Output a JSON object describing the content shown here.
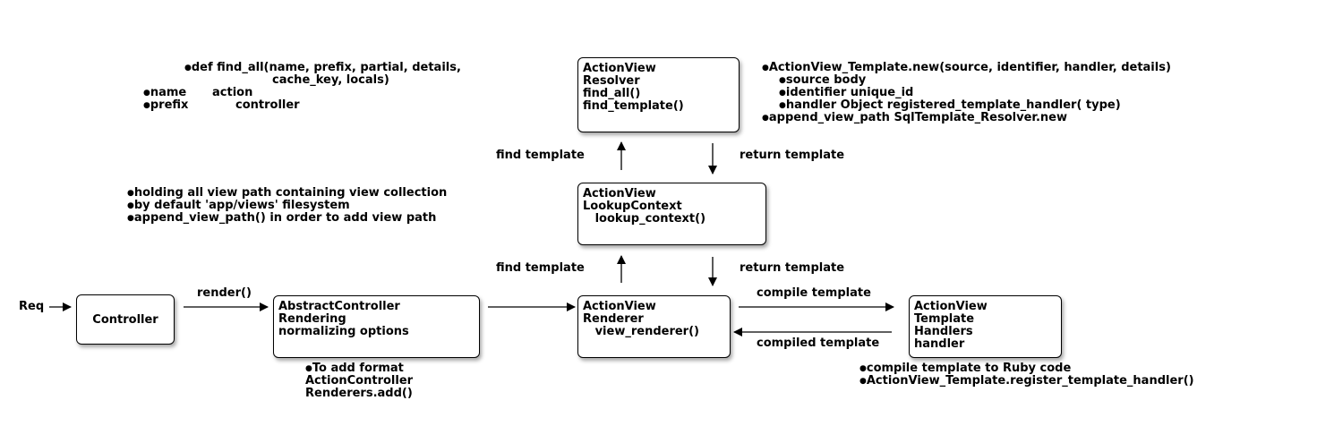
{
  "entry": {
    "label": "Req"
  },
  "controller": {
    "label": "Controller"
  },
  "abstract_controller": {
    "lines": [
      "AbstractController",
      "Rendering",
      "normalizing options"
    ]
  },
  "renderer": {
    "lines": [
      "ActionView",
      "Renderer",
      "",
      "   view_renderer()"
    ]
  },
  "lookup_context": {
    "lines": [
      "ActionView",
      "LookupContext",
      "",
      "   lookup_context()"
    ]
  },
  "resolver": {
    "lines": [
      "ActionView",
      "Resolver",
      "",
      "find_all()",
      "find_template()"
    ]
  },
  "template_handlers": {
    "lines": [
      "ActionView",
      "Template",
      "Handlers",
      "handler"
    ]
  },
  "edge_labels": {
    "render": "render()",
    "find_template_lower": "find template",
    "return_template_lower": "return template",
    "find_template_upper": "find template",
    "return_template_upper": "return template",
    "compile_template": "compile template",
    "compiled_template": "compiled template"
  },
  "notes": {
    "find_all": {
      "def_line1": "def find_all(name, prefix, partial, details,",
      "def_line2": "cache_key, locals)",
      "name_key": "name",
      "name_val": "action",
      "prefix_key": "prefix",
      "prefix_val": "controller"
    },
    "view_paths": [
      "holding all view path containing view collection",
      "by default 'app/views' filesystem",
      "append_view_path() in order to add view path"
    ],
    "template_new": {
      "header": "ActionView_Template.new(source, identifier, handler, details)",
      "sub": [
        "source body",
        "identifier unique_id",
        "handler Object registered_template_handler( type)"
      ],
      "footer": "append_view_path SqlTemplate_Resolver.new"
    },
    "renderers_add": [
      "To add format",
      "ActionController",
      "Renderers.add()"
    ],
    "handlers": [
      "compile template to Ruby code",
      "ActionView_Template.register_template_handler()"
    ]
  }
}
